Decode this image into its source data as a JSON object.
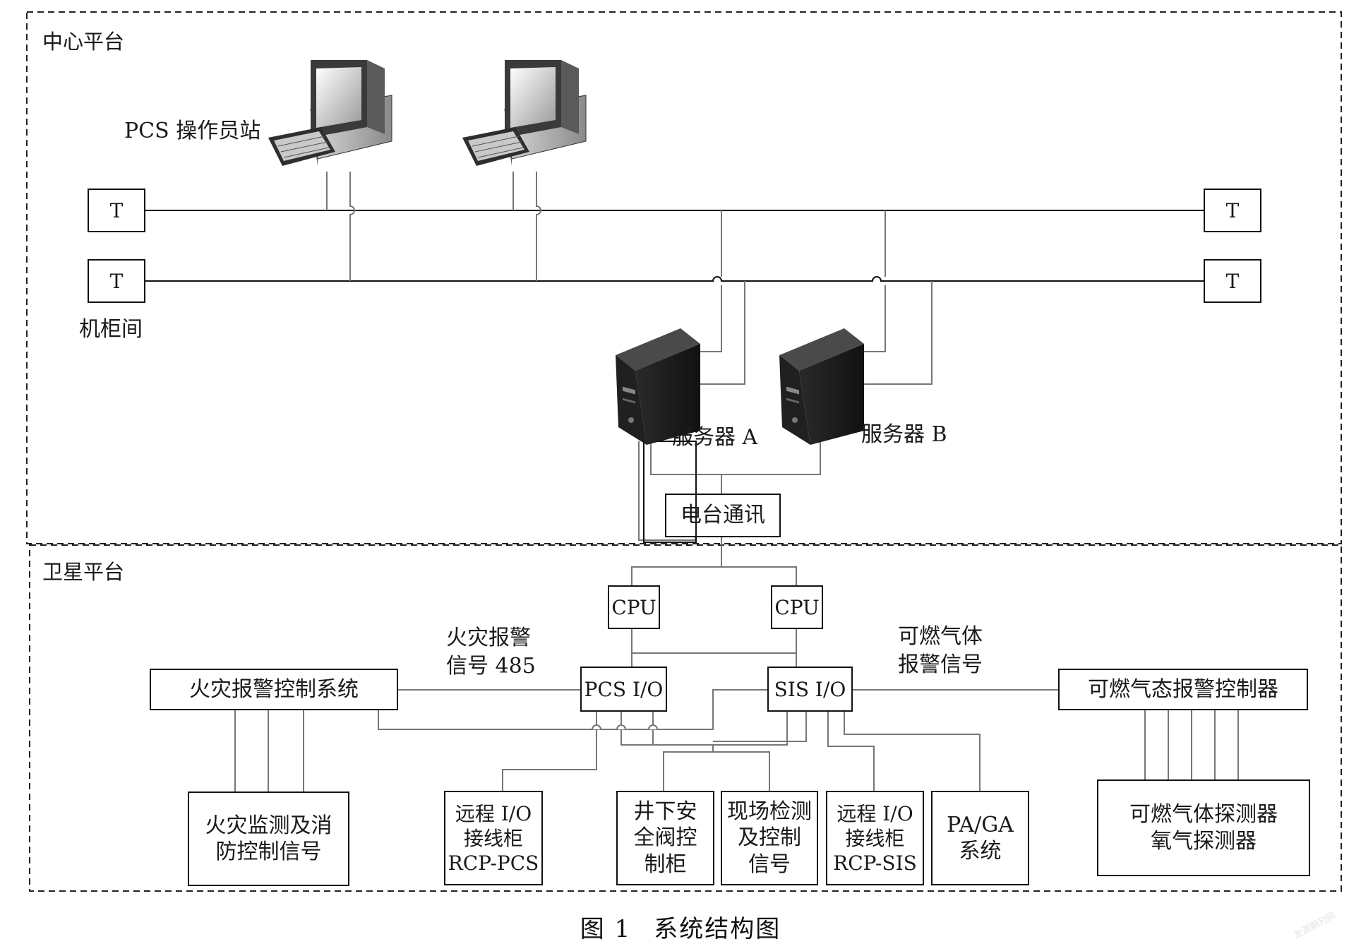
{
  "regions": {
    "center": "中心平台",
    "satellite": "卫星平台"
  },
  "labels": {
    "operator_station": "PCS 操作员站",
    "cabinet_room": "机柜间",
    "server_a": "服务器 A",
    "server_b": "服务器 B",
    "fire_signal": [
      "火灾报警",
      "信号 485"
    ],
    "gas_signal": [
      "可燃气体",
      "报警信号"
    ]
  },
  "terminators": [
    "T",
    "T",
    "T",
    "T"
  ],
  "boxes": {
    "radio": "电台通讯",
    "cpu_left": "CPU",
    "cpu_right": "CPU",
    "pcs_io": "PCS I/O",
    "sis_io": "SIS I/O",
    "fire_control": "火灾报警控制系统",
    "gas_controller": "可燃气态报警控制器",
    "fire_monitor": [
      "火灾监测及消",
      "防控制信号"
    ],
    "rcp_pcs": [
      "远程 I/O",
      "接线柜",
      "RCP-PCS"
    ],
    "downhole": [
      "井下安",
      "全阀控",
      "制柜"
    ],
    "field_detect": [
      "现场检测",
      "及控制",
      "信号"
    ],
    "rcp_sis": [
      "远程 I/O",
      "接线柜",
      "RCP-SIS"
    ],
    "paga": [
      "PA/GA",
      "系统"
    ],
    "detectors": [
      "可燃气体探测器",
      "氧气探测器"
    ]
  },
  "caption": {
    "number": "图 1",
    "title": "系统结构图"
  },
  "watermark": "龙源期刊网"
}
